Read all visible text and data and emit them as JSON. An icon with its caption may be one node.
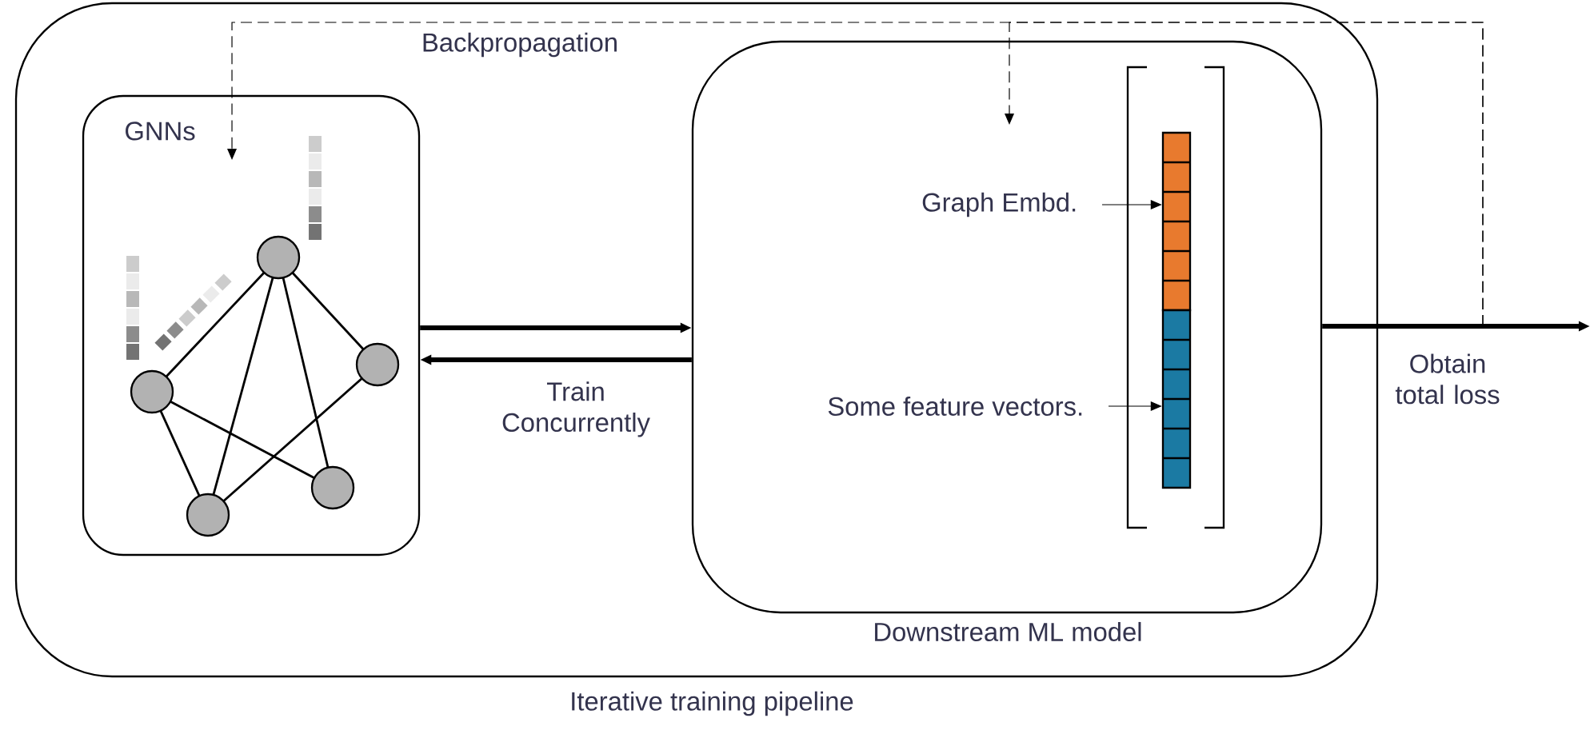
{
  "diagram": {
    "nodes": [
      {
        "text": [
          "Iterative training pipeline"
        ]
      },
      {
        "text": [
          "GNNs"
        ],
        "in": 0
      },
      {
        "text": [
          "Downstream ML model"
        ],
        "in": 0
      },
      {
        "text": [],
        "shape": "bar",
        "in": 2
      },
      {
        "text": [],
        "shape": "bar",
        "in": 2
      },
      {
        "text": [
          "Graph Embd."
        ],
        "in": 2
      },
      {
        "text": [
          "Some feature vectors."
        ],
        "in": 2
      }
    ],
    "edges": [
      {
        "from": 1,
        "to": 2,
        "arrow": "to",
        "style": "thick"
      },
      {
        "from": 2,
        "to": 1,
        "arrow": "to",
        "style": "thick",
        "label": "Train Concurrently"
      },
      {
        "from": 5,
        "to": 3,
        "arrow": "to"
      },
      {
        "from": 6,
        "to": 4,
        "arrow": "to"
      },
      {
        "from": 2,
        "to": null,
        "arrow": "to",
        "style": "thick",
        "label": "Obtain total loss"
      },
      {
        "from": null,
        "to": 1,
        "arrow": "to",
        "style": "dashed",
        "label": "Backpropagation"
      },
      {
        "from": null,
        "to": 2,
        "arrow": "to",
        "style": "dashed"
      }
    ]
  }
}
